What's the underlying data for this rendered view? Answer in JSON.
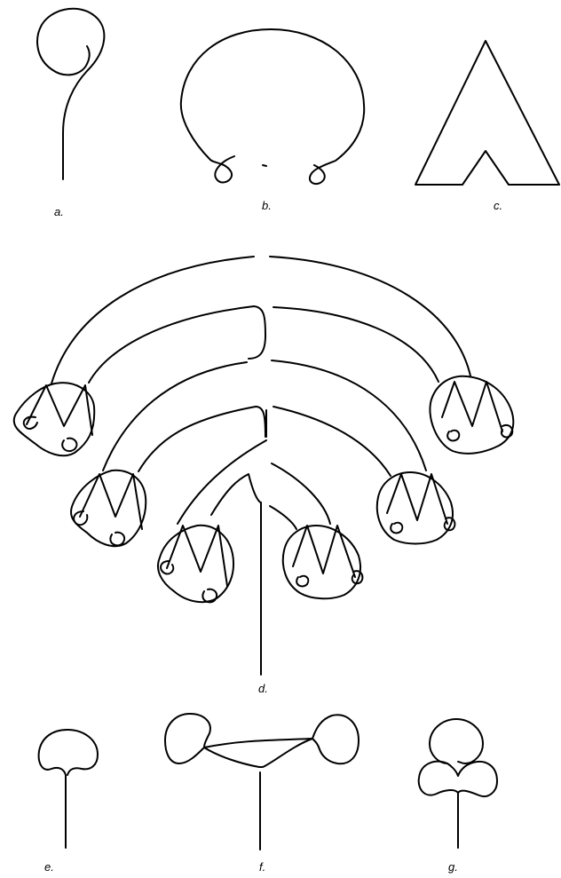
{
  "labels": {
    "a": "a.",
    "b": "b.",
    "c": "c.",
    "d": "d.",
    "e": "e.",
    "f": "f.",
    "g": "g."
  }
}
